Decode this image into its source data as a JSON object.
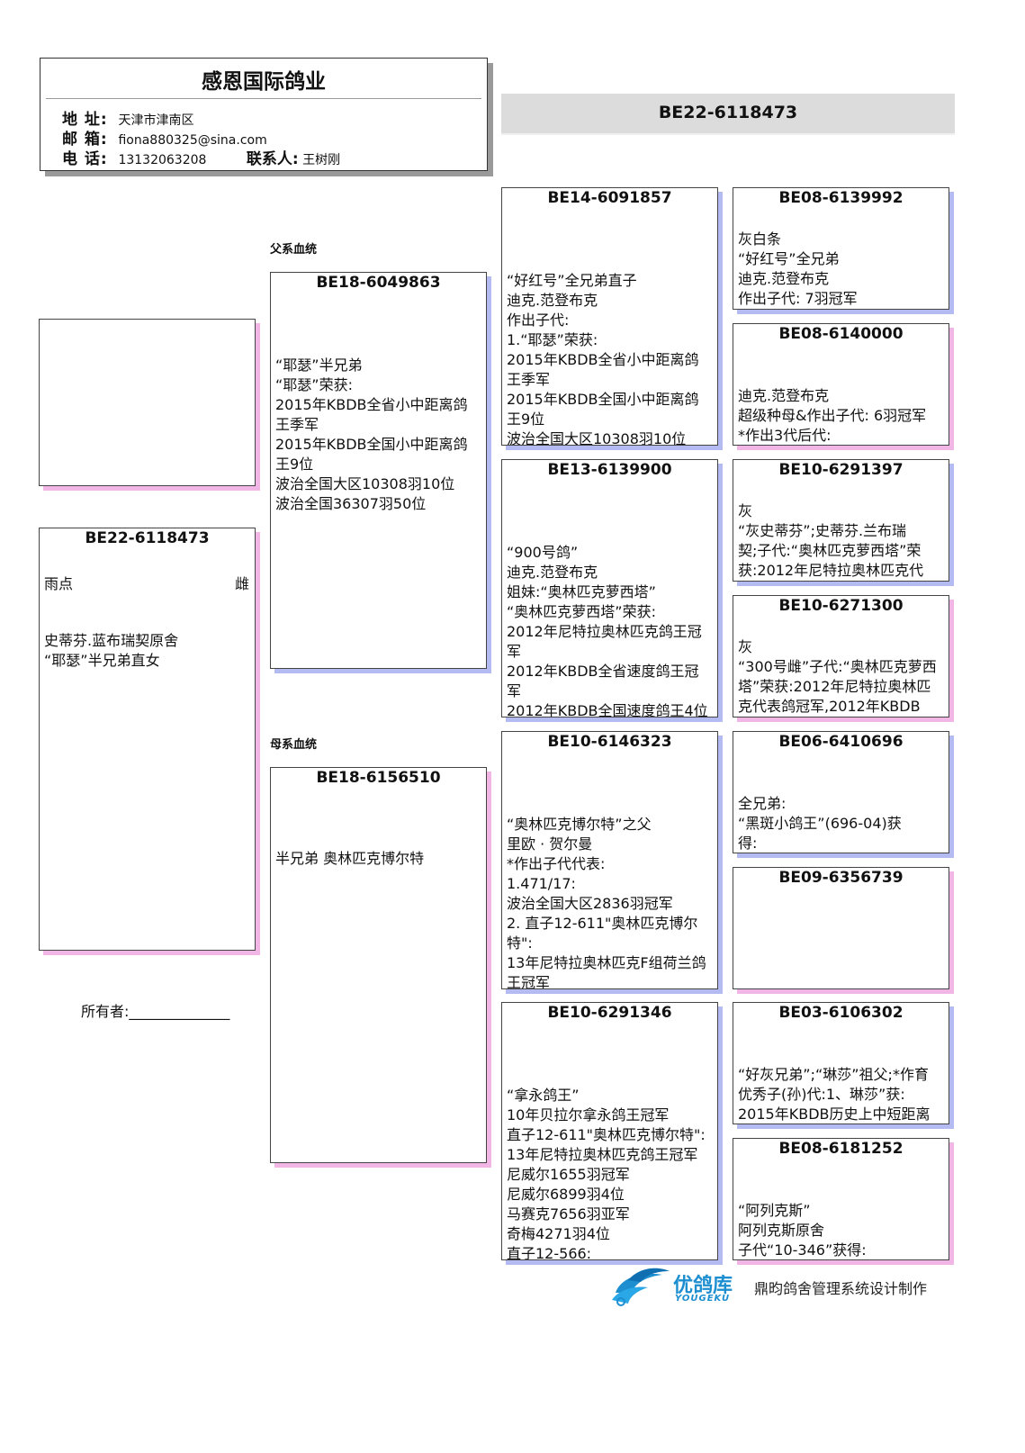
{
  "header": {
    "title": "感恩国际鸽业",
    "address_label": "地 址:",
    "address": "天津市津南区",
    "email_label": "邮 箱:",
    "email": "fiona880325@sina.com",
    "phone_label": "电 话:",
    "phone": "13132063208",
    "contact_label": "联系人:",
    "contact": "王树刚"
  },
  "main_banner": {
    "ring": "BE22-6118473"
  },
  "sections": {
    "sire_line": "父系血统",
    "dam_line": "母系血统"
  },
  "subject": {
    "ring": "BE22-6118473",
    "color": "雨点",
    "sex": "雌",
    "note": "史蒂芬.蓝布瑞契原舍\n“耶瑟”半兄弟直女"
  },
  "parents": {
    "sire": {
      "ring": "BE18-6049863",
      "note": "“耶瑟”半兄弟\n“耶瑟”荣获:\n2015年KBDB全省小中距离鸽\n王季军\n2015年KBDB全国小中距离鸽\n王9位\n波治全国大区10308羽10位\n波治全国36307羽50位"
    },
    "dam": {
      "ring": "BE18-6156510",
      "note": "半兄弟 奥林匹克博尔特"
    }
  },
  "grandparents": {
    "ss": {
      "ring": "BE14-6091857",
      "note": "“好红号”全兄弟直子\n迪克.范登布克\n作出子代:\n1.“耶瑟”荣获:\n2015年KBDB全省小中距离鸽\n王季军\n2015年KBDB全国小中距离鸽\n王9位\n波治全国大区10308羽10位"
    },
    "sd": {
      "ring": "BE13-6139900",
      "note": "“900号鸽”\n迪克.范登布克\n姐妹:“奥林匹克萝西塔”\n“奥林匹克萝西塔”荣获:\n2012年尼特拉奥林匹克鸽王冠\n军\n2012年KBDB全省速度鸽王冠\n军\n2012年KBDB全国速度鸽王4位"
    },
    "ds": {
      "ring": "BE10-6146323",
      "note": "“奥林匹克博尔特”之父\n里欧 · 贺尔曼\n*作出子代代表:\n1.471/17:\n波治全国大区2836羽冠军\n2. 直子12-611\"奥林匹克博尔\n特\":\n13年尼特拉奥林匹克F组荷兰鸽\n王冠军"
    },
    "dd": {
      "ring": "BE10-6291346",
      "note": "“拿永鸽王”\n10年贝拉尔拿永鸽王冠军\n直子12-611\"奥林匹克博尔特\":\n13年尼特拉奥林匹克鸽王冠军\n尼威尔1655羽冠军\n尼威尔6899羽4位\n马赛克7656羽亚军\n奇梅4271羽4位\n直子12-566:"
    }
  },
  "great_grandparents": {
    "sss": {
      "ring": "BE08-6139992",
      "note": "灰白条\n“好红号”全兄弟\n迪克.范登布克\n作出子代: 7羽冠军"
    },
    "ssd": {
      "ring": "BE08-6140000",
      "note": "迪克.范登布克\n超级种母&作出子代: 6羽冠军\n*作出3代后代:"
    },
    "sds": {
      "ring": "BE10-6291397",
      "note": "灰\n“灰史蒂芬”;史蒂芬.兰布瑞\n契;子代:“奥林匹克萝西塔”荣\n获:2012年尼特拉奥林匹克代"
    },
    "sdd": {
      "ring": "BE10-6271300",
      "note": "灰\n“300号雌”子代:“奥林匹克萝西\n塔”荣获:2012年尼特拉奥林匹\n克代表鸽冠军,2012年KBDB"
    },
    "dss": {
      "ring": "BE06-6410696",
      "note": "全兄弟:\n“黑斑小鸽王”(696-04)获\n得:"
    },
    "dsd": {
      "ring": "BE09-6356739",
      "note": ""
    },
    "dds": {
      "ring": "BE03-6106302",
      "note": "“好灰兄弟”;“琳莎”祖父;*作育\n优秀子(孙)代:1、琳莎”获:\n2015年KBDB历史上中短距离"
    },
    "ddd": {
      "ring": "BE08-6181252",
      "note": "“阿列克斯”\n 阿列克斯原舍\n子代“10-346”获得:"
    }
  },
  "owner_label": "所有者:______________",
  "footer": {
    "brand_name": "优鸽库",
    "brand_sub": "YOUGEKU",
    "credit": "鼎昀鸽舍管理系统设计制作",
    "logo_icon": "swirl-logo-icon",
    "brand_color": "#1d8fd0"
  }
}
